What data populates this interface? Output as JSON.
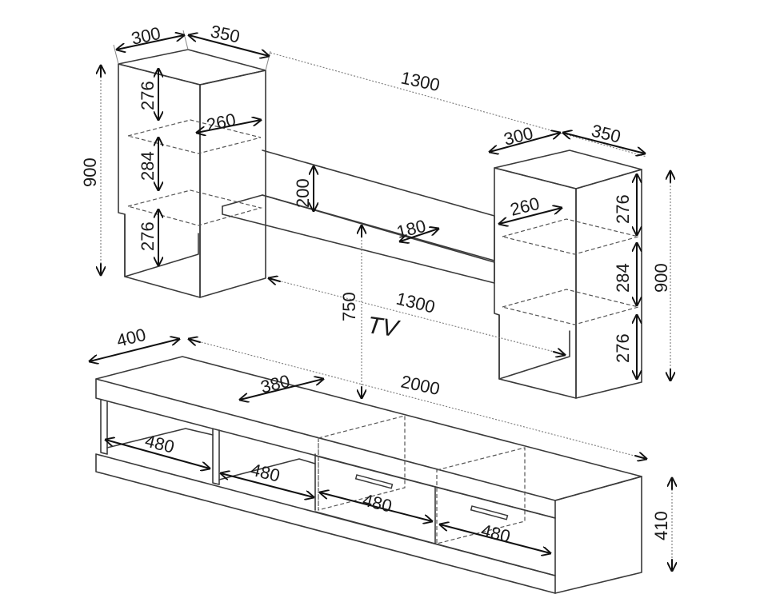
{
  "left_cabinet": {
    "depth": "300",
    "width": "350",
    "height": "900",
    "shelf_depth": "260",
    "section_top": "276",
    "section_mid": "284",
    "section_bottom": "276"
  },
  "right_cabinet": {
    "depth": "300",
    "width": "350",
    "height": "900",
    "shelf_depth": "260",
    "section_top": "276",
    "section_mid": "284",
    "section_bottom": "276"
  },
  "wall_shelf": {
    "span_top": "1300",
    "span_bottom": "1300",
    "panel_height": "200",
    "shelf_depth": "180"
  },
  "tv_label": "TV",
  "tv_height": "750",
  "tv_unit": {
    "depth": "400",
    "length": "2000",
    "inner_depth": "380",
    "height": "410",
    "compartments": [
      "480",
      "480",
      "480",
      "480"
    ]
  }
}
